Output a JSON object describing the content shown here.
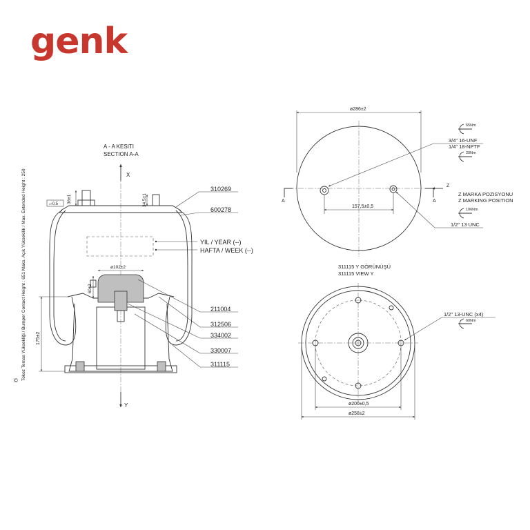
{
  "brand": {
    "logo": "genk",
    "color": "#c8372d"
  },
  "section": {
    "title_tr": "A - A KESITI",
    "title_en": "SECTION A-A",
    "axis_x": "X",
    "axis_y": "Y",
    "dims": {
      "d36": "36±1",
      "d34": "34,5±1",
      "d102": "ø102±2",
      "d60": "60±2",
      "d175": "175±2",
      "flatness": "▱0,5"
    },
    "vertical_note": "Tokoz Temas Yüksekliği / Bumper Contact Height : 651  Maks. Açık Yüksekilik / Max. Extended Height : 250",
    "side_mark": "©",
    "labels": {
      "p310269": "310269",
      "p600278": "600278",
      "year": "YIL / YEAR (--)",
      "week": "HAFTA / WEEK (--)",
      "p211004": "211004",
      "p312506": "312506",
      "p334002": "334002",
      "p330007": "330007",
      "p311115": "311115"
    }
  },
  "top_view": {
    "dia": "ø286±2",
    "mark_a": "A",
    "mark_z": "Z",
    "torque1": "65Nm",
    "thread1": "3/4\" 16-UNF",
    "thread2": "1/4\" 18-NPTF",
    "torque2": "20Nm",
    "z_tr": "Z MARKA POZISYONU",
    "z_en": "Z MARKING POSITION",
    "offset": "157,5±0,5",
    "torque3": "106Nm",
    "thread3": "1/2\"  13 UNC"
  },
  "bottom_view": {
    "title_tr": "311115 Y GÖRÜNÜŞÜ",
    "title_en": "311115 VIEW Y",
    "thread": "1/2\" 13-UNC (x4)",
    "torque": "60Nm",
    "dia_bolt": "ø200±0,5",
    "dia_outer": "ø258±2"
  }
}
